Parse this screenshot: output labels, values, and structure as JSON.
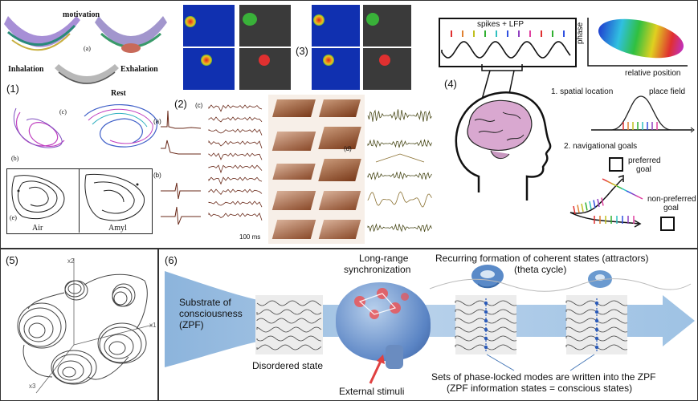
{
  "panel1": {
    "label": "(1)",
    "motivation": "motivation",
    "a": "(a)",
    "inhalation": "Inhalation",
    "exhalation": "Exhalation",
    "rest": "Rest",
    "b": "(b)",
    "c": "(c)",
    "e": "(e)",
    "air": "Air",
    "amyl": "Amyl"
  },
  "panel2": {
    "label": "(2)",
    "a": "(a)",
    "b": "(b)",
    "c": "(c)",
    "d": "(d)",
    "scale": "100 ms"
  },
  "panel3": {
    "label": "(3)"
  },
  "panel4": {
    "label": "(4)",
    "spikes": "spikes + LFP",
    "phase": "phase",
    "relpos": "relative position",
    "spatial": "1. spatial location",
    "placefield": "place field",
    "navgoals": "2. navigational goals",
    "preferred": "preferred",
    "goal1": "goal",
    "nonpreferred": "non-preferred",
    "goal2": "goal"
  },
  "panel5": {
    "label": "(5)",
    "x1": "x1",
    "x2": "x2",
    "x3": "x3"
  },
  "panel6": {
    "label": "(6)",
    "longrange": "Long-range",
    "sync": "synchronization",
    "recurring": "Recurring formation of coherent states (attractors)",
    "theta": "(theta cycle)",
    "substrate1": "Substrate of",
    "substrate2": "consciousness",
    "substrate3": "(ZPF)",
    "disordered": "Disordered state",
    "external": "External stimuli",
    "sets1": "Sets of phase-locked modes are written into the ZPF",
    "sets2": "(ZPF information states = conscious states)"
  }
}
